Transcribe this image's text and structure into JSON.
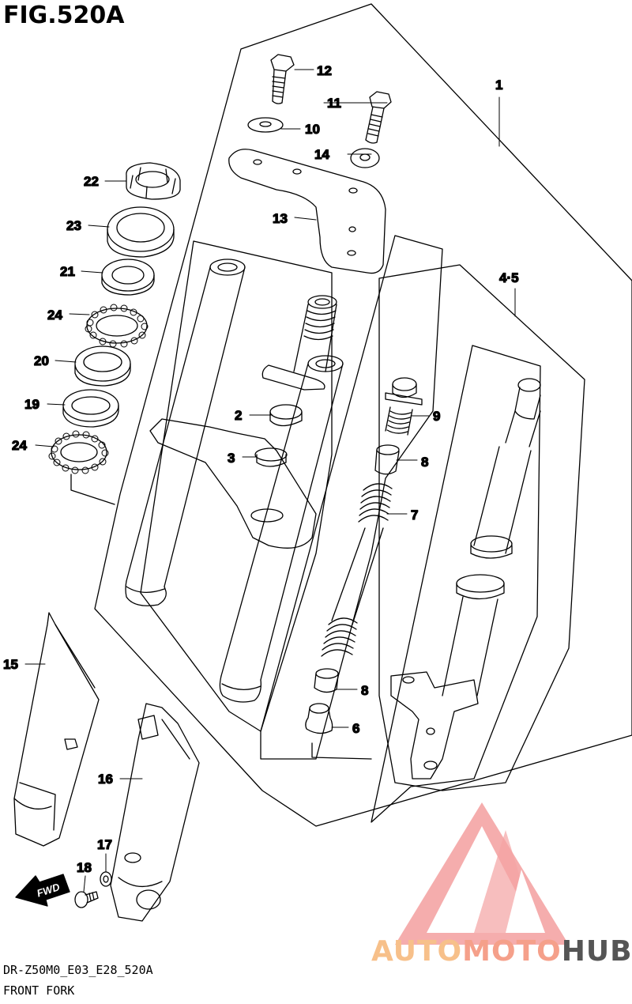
{
  "figure": {
    "title": "FIG.520A",
    "code": "DR-Z50M0_E03_E28_520A",
    "name": "FRONT FORK"
  },
  "callouts": [
    {
      "id": "c1",
      "label": "1"
    },
    {
      "id": "c2",
      "label": "2"
    },
    {
      "id": "c3",
      "label": "3"
    },
    {
      "id": "c45",
      "label": "4·5"
    },
    {
      "id": "c6",
      "label": "6"
    },
    {
      "id": "c7",
      "label": "7"
    },
    {
      "id": "c8a",
      "label": "8"
    },
    {
      "id": "c8b",
      "label": "8"
    },
    {
      "id": "c9",
      "label": "9"
    },
    {
      "id": "c10",
      "label": "10"
    },
    {
      "id": "c11",
      "label": "11"
    },
    {
      "id": "c12",
      "label": "12"
    },
    {
      "id": "c13",
      "label": "13"
    },
    {
      "id": "c14",
      "label": "14"
    },
    {
      "id": "c15",
      "label": "15"
    },
    {
      "id": "c16",
      "label": "16"
    },
    {
      "id": "c17",
      "label": "17"
    },
    {
      "id": "c18",
      "label": "18"
    },
    {
      "id": "c19",
      "label": "19"
    },
    {
      "id": "c20",
      "label": "20"
    },
    {
      "id": "c21",
      "label": "21"
    },
    {
      "id": "c22",
      "label": "22"
    },
    {
      "id": "c23",
      "label": "23"
    },
    {
      "id": "c24a",
      "label": "24"
    },
    {
      "id": "c24b",
      "label": "24"
    }
  ],
  "fwd_arrow": {
    "label": "FWD"
  },
  "watermark": {
    "part1": "AUTO",
    "part2": "MOTO",
    "part3": "HUB"
  },
  "colors": {
    "line": "#000000",
    "watermark_red": "#f08080",
    "watermark_orange": "#f7c08a",
    "watermark_gray": "#555555"
  }
}
